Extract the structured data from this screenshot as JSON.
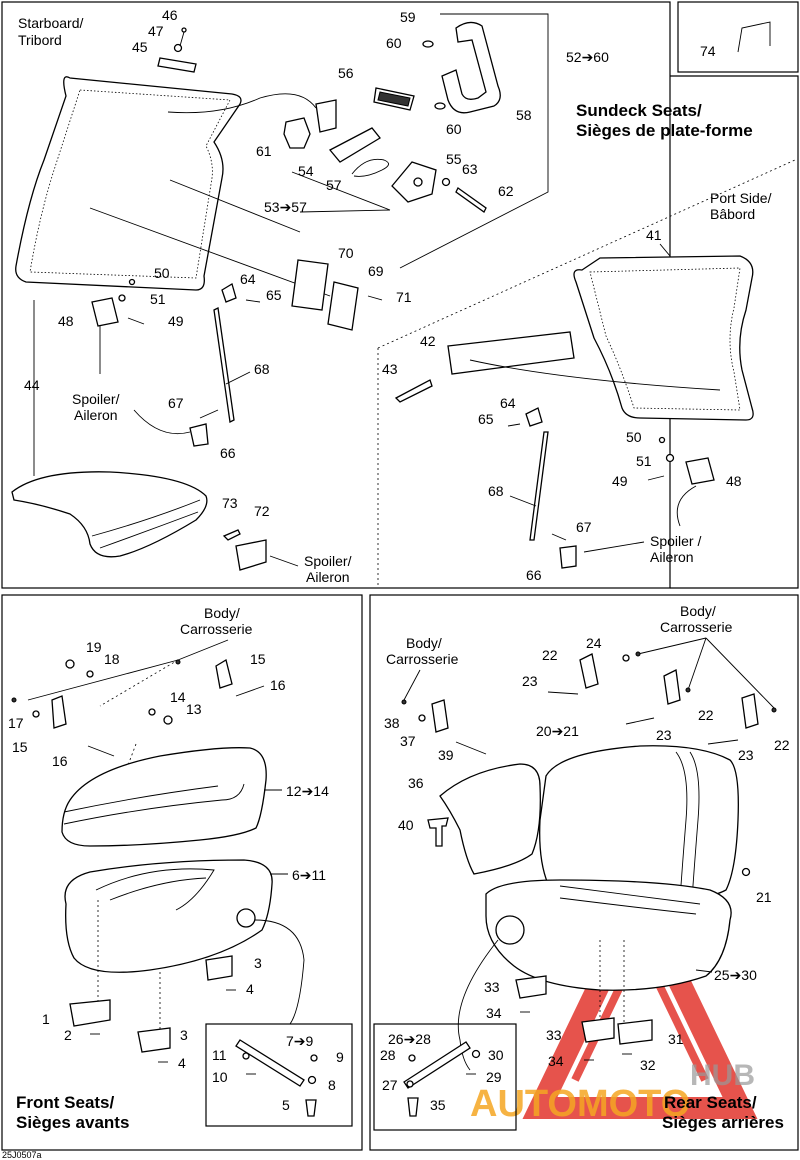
{
  "figure_id": "25J0507a",
  "watermark": {
    "brand_auto": "AUTOMOTO",
    "brand_hub": "HUB",
    "color_red": "#e0241b",
    "color_orange": "#f5a623"
  },
  "sections": {
    "sundeck": {
      "title_en": "Sundeck Seats/",
      "title_fr": "Sièges de plate-forme",
      "starboard_en": "Starboard/",
      "starboard_fr": "Tribord",
      "port_en": "Port Side/",
      "port_fr": "Bâbord",
      "spoiler_en": "Spoiler/",
      "spoiler_fr": "Aileron",
      "spoiler2_en": "Spoiler /",
      "spoiler2_fr": "Aileron",
      "spoiler3_en": "Spoiler/",
      "spoiler3_fr": "Aileron",
      "callouts": {
        "c46": "46",
        "c47": "47",
        "c45": "45",
        "c59": "59",
        "c60a": "60",
        "c52": "52➔60",
        "c56": "56",
        "c58": "58",
        "c60b": "60",
        "c61": "61",
        "c54": "54",
        "c55": "55",
        "c63": "63",
        "c57": "57",
        "c62": "62",
        "c53": "53➔57",
        "c41": "41",
        "c70": "70",
        "c69": "69",
        "c71": "71",
        "c50a": "50",
        "c64a": "64",
        "c65a": "65",
        "c51a": "51",
        "c48a": "48",
        "c49a": "49",
        "c42": "42",
        "c43": "43",
        "c68a": "68",
        "c44": "44",
        "c67a": "67",
        "c66a": "66",
        "c65b": "65",
        "c64b": "64",
        "c50b": "50",
        "c51b": "51",
        "c49b": "49",
        "c48b": "48",
        "c68b": "68",
        "c73": "73",
        "c72": "72",
        "c67b": "67",
        "c66b": "66"
      }
    },
    "accessory": {
      "callouts": {
        "c74": "74"
      }
    },
    "front": {
      "title_en": "Front Seats/",
      "title_fr": "Sièges avants",
      "body_en": "Body/",
      "body_fr": "Carrosserie",
      "callouts": {
        "c19": "19",
        "c18": "18",
        "c15a": "15",
        "c16a": "16",
        "c17": "17",
        "c15b": "15",
        "c14": "14",
        "c13": "13",
        "c16b": "16",
        "c12": "12➔14",
        "c6": "6➔11",
        "c3a": "3",
        "c4a": "4",
        "c1": "1",
        "c2": "2",
        "c3b": "3",
        "c4b": "4",
        "c7": "7➔9",
        "c11": "11",
        "c9": "9",
        "c10": "10",
        "c8": "8",
        "c5": "5"
      }
    },
    "rear": {
      "title_en": "Rear Seats/",
      "title_fr": "Sièges arrières",
      "body1_en": "Body/",
      "body1_fr": "Carrosserie",
      "body2_en": "Body/",
      "body2_fr": "Carrosserie",
      "callouts": {
        "c24": "24",
        "c22a": "22",
        "c23a": "23",
        "c38": "38",
        "c22b": "22",
        "c37": "37",
        "c39": "39",
        "c23b": "23",
        "c22c": "22",
        "c20": "20➔21",
        "c23c": "23",
        "c36": "36",
        "c40": "40",
        "c21": "21",
        "c25": "25➔30",
        "c33a": "33",
        "c34a": "34",
        "c26": "26➔28",
        "c33b": "33",
        "c31": "31",
        "c28": "28",
        "c30": "30",
        "c34b": "34",
        "c32": "32",
        "c27": "27",
        "c29": "29",
        "c35": "35"
      }
    }
  }
}
